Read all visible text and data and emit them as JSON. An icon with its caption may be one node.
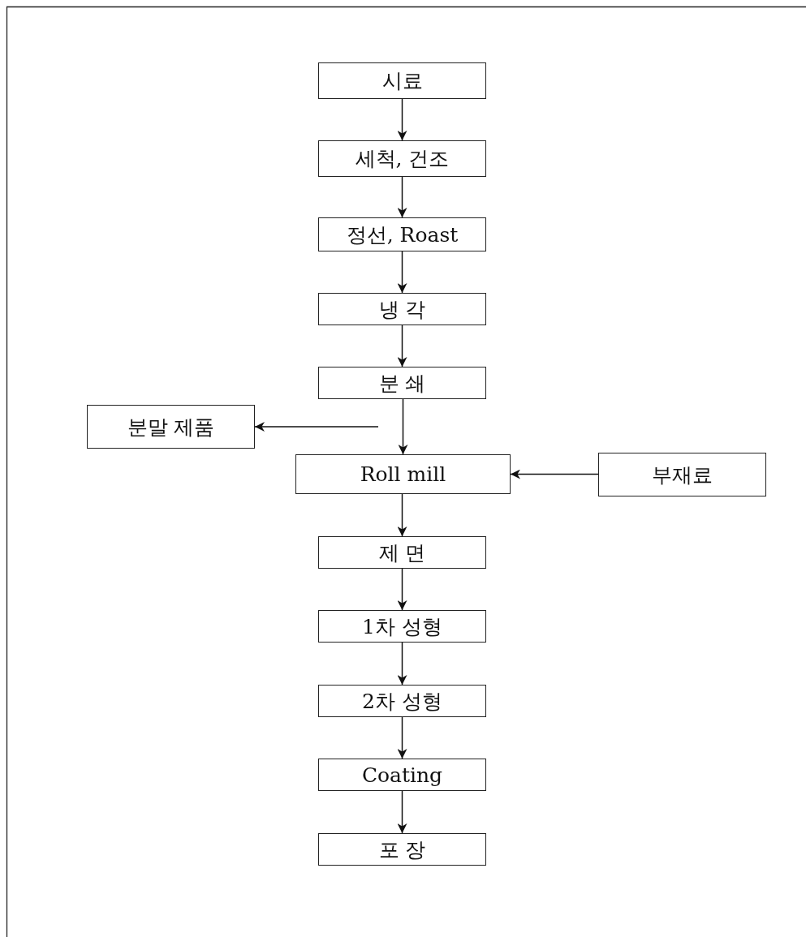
{
  "diagram": {
    "nodes": [
      {
        "text": [
          "시료"
        ]
      },
      {
        "text": [
          "세척, 건조"
        ]
      },
      {
        "text": [
          "정선, Roast"
        ]
      },
      {
        "text": [
          "냉 각"
        ]
      },
      {
        "text": [
          "분 쇄"
        ]
      },
      {
        "text": [
          "분말 제품"
        ]
      },
      {
        "text": [
          "Roll mill"
        ]
      },
      {
        "text": [
          "부재료"
        ]
      },
      {
        "text": [
          "제 면"
        ]
      },
      {
        "text": [
          "1차 성형"
        ]
      },
      {
        "text": [
          "2차 성형"
        ]
      },
      {
        "text": [
          "Coating"
        ]
      },
      {
        "text": [
          "포 장"
        ]
      }
    ],
    "edges": [
      {
        "from": 0,
        "to": 1,
        "arrow": "to"
      },
      {
        "from": 1,
        "to": 2,
        "arrow": "to"
      },
      {
        "from": 2,
        "to": 3,
        "arrow": "to"
      },
      {
        "from": 3,
        "to": 4,
        "arrow": "to"
      },
      {
        "from": 4,
        "to": 6,
        "arrow": "to"
      },
      {
        "from": null,
        "to": 5,
        "arrow": "to"
      },
      {
        "from": 7,
        "to": 6,
        "arrow": "to"
      },
      {
        "from": 6,
        "to": 8,
        "arrow": "to"
      },
      {
        "from": 8,
        "to": 9,
        "arrow": "to"
      },
      {
        "from": 9,
        "to": 10,
        "arrow": "to"
      },
      {
        "from": 10,
        "to": 11,
        "arrow": "to"
      },
      {
        "from": 11,
        "to": 12,
        "arrow": "to"
      }
    ]
  }
}
